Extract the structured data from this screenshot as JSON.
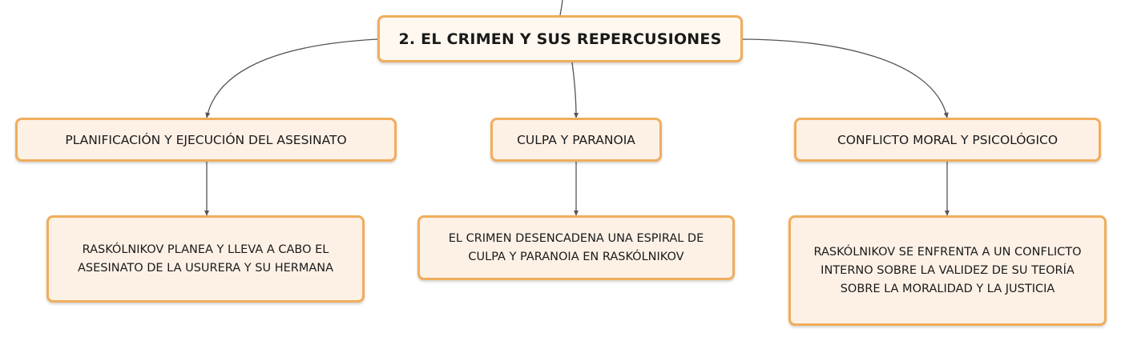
{
  "diagram": {
    "root": {
      "label": "2. EL CRIMEN Y SUS REPERCUSIONES"
    },
    "topics": [
      {
        "label": "PLANIFICACIÓN Y EJECUCIÓN DEL ASESINATO"
      },
      {
        "label": "CULPA Y PARANOIA"
      },
      {
        "label": "CONFLICTO MORAL Y PSICOLÓGICO"
      }
    ],
    "details": [
      {
        "label": "RASKÓLNIKOV PLANEA Y LLEVA A CABO EL ASESINATO DE LA USURERA Y SU HERMANA"
      },
      {
        "label": "EL CRIMEN DESENCADENA UNA ESPIRAL DE CULPA Y PARANOIA EN RASKÓLNIKOV"
      },
      {
        "label": "RASKÓLNIKOV SE ENFRENTA A UN CONFLICTO INTERNO SOBRE LA VALIDEZ DE SU TEORÍA SOBRE LA MORALIDAD Y LA JUSTICIA"
      }
    ],
    "colors": {
      "node_border": "#f0ad5c",
      "node_fill": "#fdf1e6",
      "connector": "#555555"
    }
  }
}
